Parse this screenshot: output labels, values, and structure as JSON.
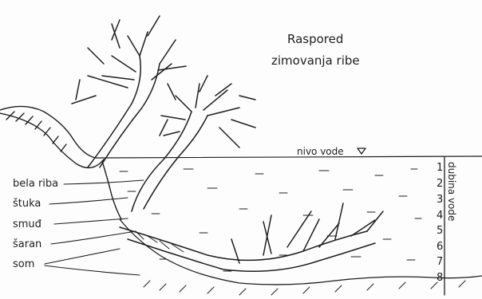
{
  "title": {
    "line1": "Raspored",
    "line2": "zimovanja ribe"
  },
  "water_level_label": "nivo vode",
  "depth_axis": {
    "label": "dubina vode",
    "ticks": [
      "1",
      "2",
      "3",
      "4",
      "5",
      "6",
      "7",
      "8"
    ]
  },
  "fish_labels": [
    {
      "id": "bela-riba",
      "text": "bela riba"
    },
    {
      "id": "stuka",
      "text": "štuka"
    },
    {
      "id": "smud",
      "text": "smuđ"
    },
    {
      "id": "saran",
      "text": "šaran"
    },
    {
      "id": "som",
      "text": "som"
    }
  ]
}
